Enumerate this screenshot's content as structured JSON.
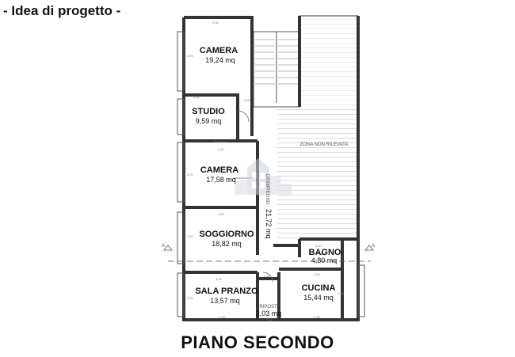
{
  "caption": "- Idea di progetto -",
  "plan_title": "PIANO SECONDO",
  "rooms": {
    "camera_1": {
      "name": "CAMERA",
      "area": "19,24 mq"
    },
    "studio": {
      "name": "STUDIO",
      "area": "9,59 mq"
    },
    "camera_2": {
      "name": "CAMERA",
      "area": "17,58 mq"
    },
    "soggiorno": {
      "name": "SOGGIORNO",
      "area": "18,82 mq"
    },
    "sala_pranzo": {
      "name": "SALA PRANZO",
      "area": "13,57 mq"
    },
    "ripostiglio": {
      "name": "RIPOST.",
      "area": "2,03 mq"
    },
    "bagno": {
      "name": "BAGNO",
      "area": "4,80 mq"
    },
    "cucina": {
      "name": "CUCINA",
      "area": "15,44 mq"
    },
    "disimpegno": {
      "name": "DISIMPEGNO",
      "area": "21,72 mq"
    }
  },
  "zona_label": "ZONA NON RILEVATA",
  "section_marks": {
    "left": "A",
    "right": "A"
  },
  "dimensions": {
    "top": "4,00",
    "studio_w": "2,90",
    "studio_side": "0,90",
    "camera2_w": "4,40",
    "camera1_h": "3,70",
    "camera2_h": "3,70",
    "soggiorno_w": "4,50",
    "soggiorno_h": "3,10",
    "pranzo_w": "4,10",
    "pranzo_h": "3,20",
    "rip_w": "1,40",
    "cucina_w": "4,00",
    "bagno_w": "2,40",
    "cucina_h": "2,40",
    "bottom_left": "1,40",
    "bottom_mid": "1,40",
    "bottom_right": "0,40"
  },
  "colors": {
    "wall": "#333333",
    "hatch": "#888888",
    "watermark": "#cfd4da"
  }
}
